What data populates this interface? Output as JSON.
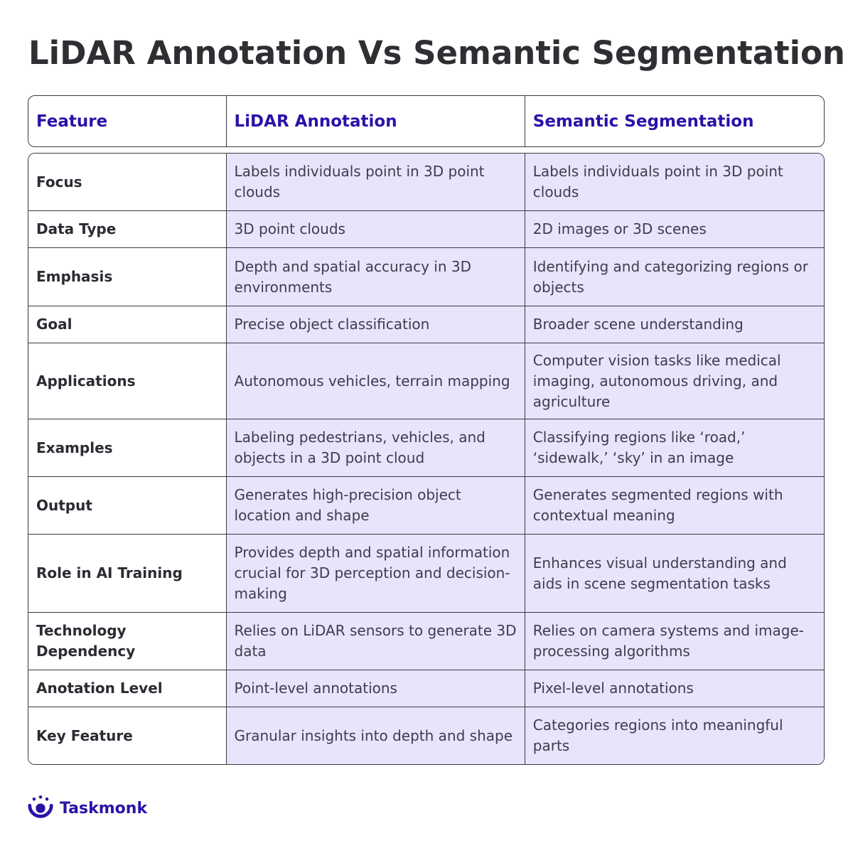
{
  "title": "LiDAR Annotation Vs Semantic Segmentation",
  "headers": [
    "Feature",
    "LiDAR Annotation",
    "Semantic Segmentation"
  ],
  "rows": [
    {
      "feature": "Focus",
      "lidar": "Labels individuals point in 3D point clouds",
      "semantic": "Labels individuals point in 3D point clouds"
    },
    {
      "feature": "Data Type",
      "lidar": "3D point clouds",
      "semantic": "2D images or 3D scenes"
    },
    {
      "feature": "Emphasis",
      "lidar": "Depth and spatial accuracy in 3D environments",
      "semantic": "Identifying and categorizing regions or objects"
    },
    {
      "feature": "Goal",
      "lidar": "Precise object classification",
      "semantic": "Broader scene understanding"
    },
    {
      "feature": "Applications",
      "lidar": "Autonomous vehicles, terrain mapping",
      "semantic": "Computer vision tasks like medical imaging, autonomous driving, and agriculture"
    },
    {
      "feature": "Examples",
      "lidar": "Labeling pedestrians, vehicles, and objects in a 3D point cloud",
      "semantic": "Classifying regions like ‘road,’ ‘sidewalk,’ ‘sky’ in an image"
    },
    {
      "feature": "Output",
      "lidar": "Generates high-precision object location and shape",
      "semantic": "Generates segmented regions with contextual meaning"
    },
    {
      "feature": "Role in AI Training",
      "lidar": "Provides depth and spatial information crucial for 3D perception and decision-making",
      "semantic": "Enhances visual understanding and aids in scene segmentation tasks"
    },
    {
      "feature": "Technology Dependency",
      "lidar": "Relies on LiDAR sensors to generate 3D data",
      "semantic": "Relies on camera systems and image-processing algorithms"
    },
    {
      "feature": "Anotation Level",
      "lidar": "Point-level annotations",
      "semantic": "Pixel-level annotations"
    },
    {
      "feature": "Key Feature",
      "lidar": "Granular insights into depth and shape",
      "semantic": "Categories regions into meaningful parts"
    }
  ],
  "brand": {
    "name": "Taskmonk",
    "icon": "taskmonk-logo-icon",
    "color": "#2a12a8"
  },
  "colors": {
    "header_text": "#2a12a8",
    "cell_fill": "#e8e4fb",
    "border": "#3a3a45"
  }
}
